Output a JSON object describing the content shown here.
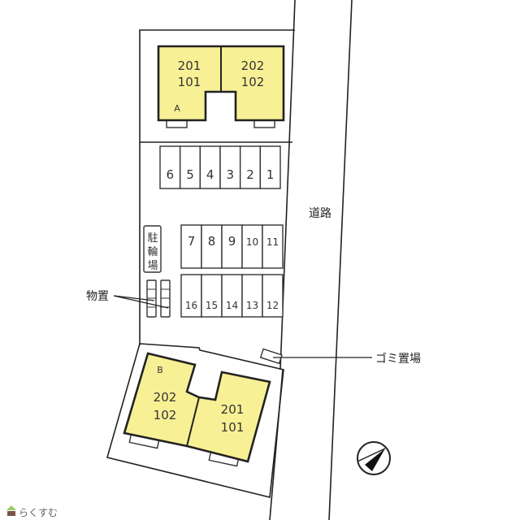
{
  "road_label": "道路",
  "trash_label": "ゴミ置場",
  "storage_label": "物置",
  "bicycle_parking_label": [
    "駐",
    "輪",
    "場"
  ],
  "building_a": {
    "name": "A",
    "units": [
      [
        "201",
        "101"
      ],
      [
        "202",
        "102"
      ]
    ]
  },
  "building_b": {
    "name": "B",
    "units": [
      [
        "202",
        "102"
      ],
      [
        "201",
        "101"
      ]
    ]
  },
  "parking_row1": [
    "6",
    "5",
    "4",
    "3",
    "2",
    "1"
  ],
  "parking_row2": [
    "7",
    "8",
    "9",
    "10",
    "11"
  ],
  "parking_row3": [
    "16",
    "15",
    "14",
    "13",
    "12"
  ],
  "logo_text": "らくすむ",
  "colors": {
    "building": "#f7f095",
    "line": "#222222"
  }
}
